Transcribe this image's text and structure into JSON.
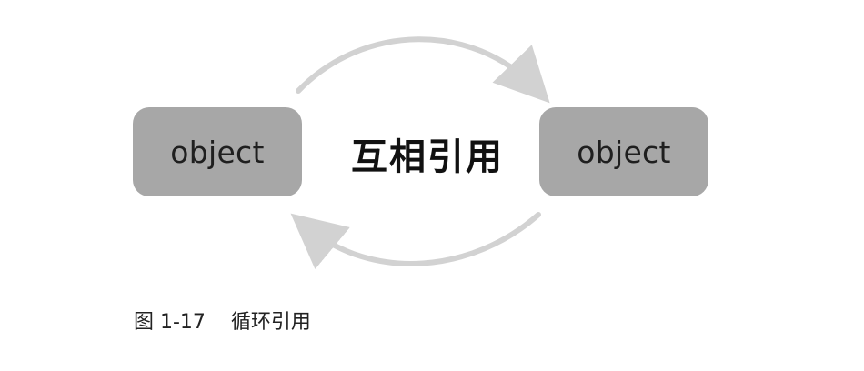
{
  "diagram": {
    "nodes": [
      {
        "id": "left",
        "label": "object"
      },
      {
        "id": "right",
        "label": "object"
      }
    ],
    "relation_label": "互相引用",
    "edges": [
      {
        "from": "left",
        "to": "right",
        "style": "curved-top"
      },
      {
        "from": "right",
        "to": "left",
        "style": "curved-bottom"
      }
    ],
    "colors": {
      "node_fill": "#a7a7a7",
      "arrow": "#d2d2d2",
      "text": "#111111"
    }
  },
  "caption": {
    "number": "图 1-17",
    "title": "循环引用"
  }
}
